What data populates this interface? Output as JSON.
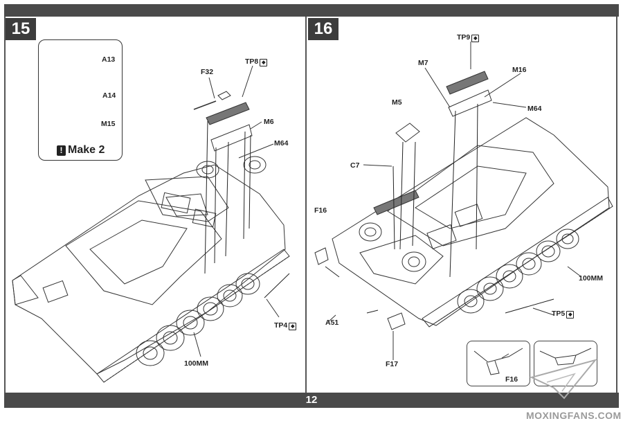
{
  "page": {
    "number": "12"
  },
  "step15": {
    "badge": "15",
    "make_note": "Make 2",
    "callout_labels": [
      "A13",
      "A14",
      "M15"
    ],
    "labels": [
      "F32",
      "TP8",
      "M6",
      "M64",
      "TP4",
      "100MM"
    ]
  },
  "step16": {
    "badge": "16",
    "labels": [
      "TP9",
      "M7",
      "M16",
      "M64",
      "M5",
      "C7",
      "F16",
      "A51",
      "F17",
      "100MM",
      "TP5"
    ],
    "inset_label": "F16"
  },
  "watermark": "MOXINGFANS.COM"
}
